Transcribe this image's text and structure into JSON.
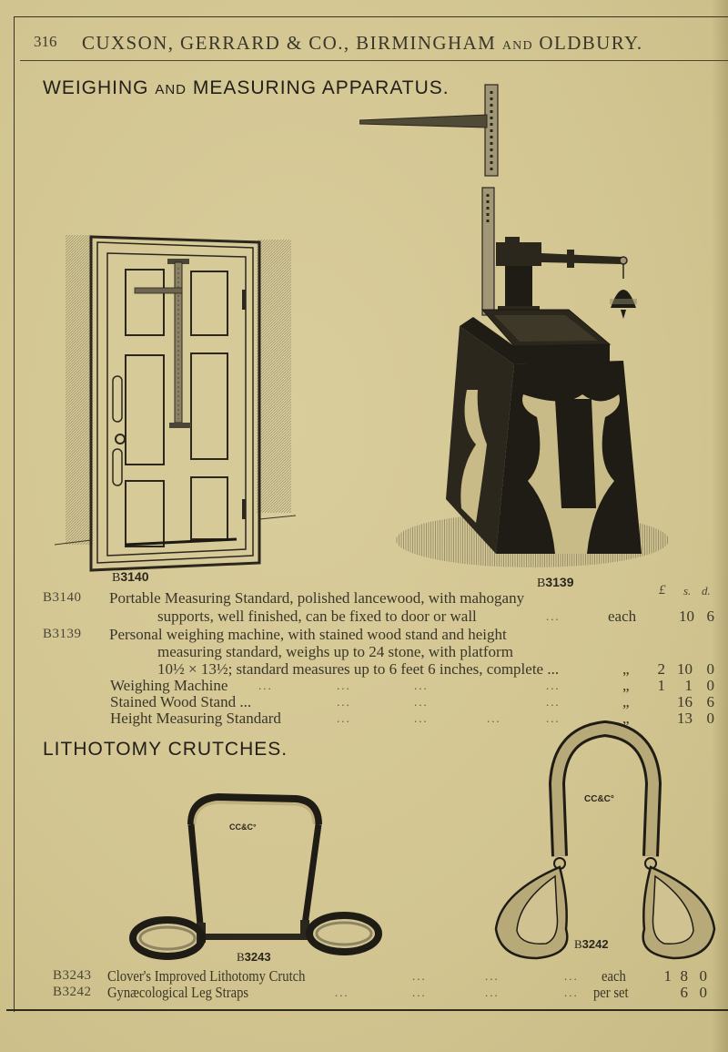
{
  "running_head": {
    "page_number": "316",
    "title_main": "CUXSON, GERRARD & CO., BIRMINGHAM",
    "title_and": "AND",
    "title_end": "OLDBURY."
  },
  "section_weighing": {
    "heading_main_1": "WEIGHING",
    "heading_and": "AND",
    "heading_main_2": "MEASURING APPARATUS.",
    "figures": [
      {
        "label_prefix": "B",
        "label_num": "3140",
        "subject": "door-mounted height measuring standard"
      },
      {
        "label_prefix": "B",
        "label_num": "3139",
        "subject": "personal weighing machine on stand with height standard"
      }
    ],
    "price_columns": {
      "pounds": "£",
      "shillings": "s.",
      "pence": "d."
    },
    "items": [
      {
        "code": "B3140",
        "lines": [
          "Portable Measuring Standard, polished lancewood, with mahogany",
          "supports, well finished, can be fixed to door or wall"
        ],
        "dots": "...",
        "unit": "each",
        "pounds": "",
        "shillings": "10",
        "pence": "6"
      },
      {
        "code": "B3139",
        "lines": [
          "Personal weighing machine, with stained wood stand and height",
          "measuring standard, weighs up to 24 stone, with platform",
          "10½ × 13½; standard measures up to 6 feet 6 inches, complete ..."
        ],
        "unit": "„",
        "pounds": "2",
        "shillings": "10",
        "pence": "0"
      },
      {
        "code": "",
        "desc": "Weighing Machine",
        "dots": [
          "...",
          "...",
          "...",
          "..."
        ],
        "unit": "„",
        "pounds": "1",
        "shillings": "1",
        "pence": "0"
      },
      {
        "code": "",
        "desc": "Stained Wood Stand ...",
        "dots": [
          "...",
          "...",
          "...",
          "..."
        ],
        "unit": "„",
        "pounds": "",
        "shillings": "16",
        "pence": "6"
      },
      {
        "code": "",
        "desc": "Height Measuring Standard",
        "dots": [
          "...",
          "...",
          "...",
          "..."
        ],
        "unit": "„",
        "pounds": "",
        "shillings": "13",
        "pence": "0"
      }
    ]
  },
  "section_lithotomy": {
    "heading": "LITHOTOMY CRUTCHES.",
    "figures": [
      {
        "label_prefix": "B",
        "label_num": "3243",
        "stamp": "CC&Co",
        "subject": "lithotomy crutch with ankle cuffs"
      },
      {
        "label_prefix": "B",
        "label_num": "3242",
        "stamp": "CC&Co",
        "subject": "gynaecological leg straps"
      }
    ],
    "items": [
      {
        "code": "B3243",
        "desc": "Clover's Improved Lithotomy Crutch",
        "dots": [
          "...",
          "...",
          "..."
        ],
        "unit": "each",
        "pounds": "1",
        "shillings": "8",
        "pence": "0"
      },
      {
        "code": "B3242",
        "desc": "Gynæcological Leg Straps",
        "dots": [
          "...",
          "...",
          "...",
          "..."
        ],
        "unit": "per set",
        "pounds": "",
        "shillings": "6",
        "pence": "0"
      }
    ]
  }
}
